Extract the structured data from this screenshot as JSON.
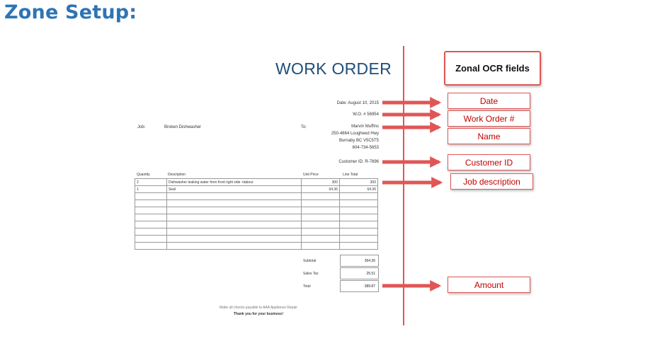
{
  "heading": "Zone Setup:",
  "work_order": {
    "title": "WORK ORDER",
    "date_line": "Date: August 10, 2015",
    "wo_line": "W.O. # 56954",
    "job_label": "Job:",
    "job_value": "Broken Dishwasher",
    "to_label": "To:",
    "address": [
      "Marvin Muffins",
      "250-4664 Lougheed Hwy",
      "Burnaby BC V5C5T5",
      "604-734-5653"
    ],
    "customer_line": "Customer ID:  R-7896",
    "columns": [
      "Quantity",
      "Description",
      "Unit Price",
      "Line Total"
    ],
    "rows": [
      [
        "2",
        "Dishwasher leaking water from front right side +labour",
        "300",
        "300"
      ],
      [
        "1",
        "Seal",
        "64.36",
        "64.36"
      ]
    ],
    "subtotal_label": "Subtotal",
    "subtotal_value": "364.36",
    "tax_label": "Sales Tax",
    "tax_value": "25.51",
    "total_label": "Total",
    "total_value": "389.87",
    "footer_note": "Make all checks payable to AAA Appliance Repair",
    "thanks": "Thank you for your business!"
  },
  "zonal": {
    "title": "Zonal OCR fields",
    "fields": [
      "Date",
      "Work Order #",
      "Name",
      "Customer ID",
      "Job description",
      "Amount"
    ]
  },
  "colors": {
    "accent_red": "#e05656",
    "heading_blue": "#2e74b5",
    "field_text": "#c00000"
  }
}
